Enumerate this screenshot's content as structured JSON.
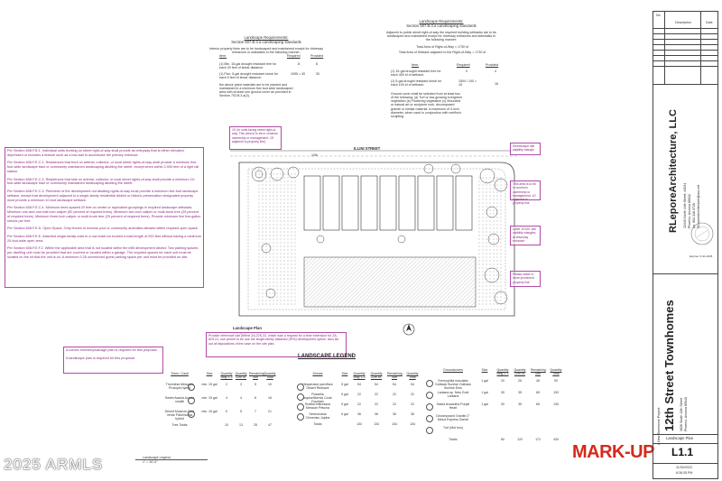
{
  "title_block": {
    "rev_header": {
      "no": "No",
      "description": "Description",
      "date": "Date"
    },
    "firm": "RLeporeArchitecture, LLC",
    "address": [
      "13440 North 44th Street, #2031",
      "Phoenix, Arizona 85032",
      "ph: 602.318.0726",
      "RLeporeArchitecture@cox.net"
    ],
    "expires": "Expires: 6-31-2025",
    "project_prefix": "A New Townhome Project:",
    "project": "12th Street Townhomes",
    "project_address": [
      "3636 South 12th Street",
      "Phoenix, Arizona 85040"
    ],
    "sheet_label": "Landscape Plan",
    "sheet_no": "L1.1",
    "date": "11/30/2023",
    "time": "8:36:35 PM"
  },
  "req_left": {
    "heading": "Landscape Requirements:",
    "subheading": "Section 507.B.3.a Landscaping standards",
    "intro": "Interior property lines are to be landscaped and maintained except for driveway entrances or sidewalks in the following manner:",
    "cols": {
      "item": "Item:",
      "required": "Required",
      "provided": "Provided"
    },
    "rows": [
      {
        "item": "(1) Min. 15-gal drought resistant tree for each 20 feet of linear distance:",
        "required": "8",
        "provided": "8"
      },
      {
        "item": "(1) Five, 5-gal drought resistant shrub for each 5 feet of linear distance:",
        "required": "1095 = 30",
        "provided": "30"
      }
    ],
    "note": "the above plant materials are to be planted and maintained in a minimum five-foot wide landscaped area with at least one ground cover as provided in Section 703.B.3.a(3)."
  },
  "req_right": {
    "heading": "Landscape Requirements:",
    "subheading": "Section 507.B.3.a Landscaping standards",
    "intro": "Adjacent to public street right-of-way the required building setbacks are to be landscaped and maintained except for driveway entrances and sidewalks in the following manner:",
    "totals": [
      "Total Area of Right-of-Way = 1730 sf",
      "Total Area of Setback adjacent to the Right-of-Way = 1730 sf"
    ],
    "cols": {
      "item": "Item:",
      "required": "Required",
      "provided": "Provided"
    },
    "rows": [
      {
        "item": "(1) 15-gal drought resistant tree for each 400 sf of setback:",
        "required": "0",
        "provided": "4"
      },
      {
        "item": "(1) 5-gal drought resistant shrub for each 100 sf of setback:",
        "required": "1504 / 100 = 15",
        "provided": "16"
      }
    ],
    "note": "Ground cover shall be selected from at least two of the following: (a) Turf or low-growing evergreen vegetation (b) Flowering vegetation (c) Mounded or natural art or sculpture rock, decomposed granite or similar material. A maximum of 3-inch diameter, when used in conjunction with xeriflor/n sculpting."
  },
  "left_notes": [
    "Per Section 608.F.B.1. Individual units fronting on street right-of-way shall provide an entryway that is either elevated, depressed or includes a feature such as a low wall to accentuate the primary entrance.",
    "Per Section 608.F.E.C.1. Residences that front on arterial, collector, or local street rights-of-way shall provide a minimum five-foot-wide landscape tract or community maintained landscaping abutting the street, except when within 2,000 feet of a light rail station.",
    "Per Section 608.F.E.C.3. Residences that side on arterial, collector, or local street rights-of-way shall provide a minimum 10-foot-wide landscape tract or community maintained landscaping abutting the street.",
    "Per Section 608.F.E.C.3. Perimeter of the development not abutting rights-of-way must provide a minimum five-foot landscape setback, except that development adjacent to a single-family residential district or historic preservation designated property must provide a minimum 10-foot landscape setback.",
    "Per Section 608.F.E.C.4. Minimum trees spaced 20 feet on center or equivalent groupings in required landscape setbacks. Minimum one-and-one-half-inch caliper (50 percent of required trees). Minimum two-inch caliper or multi-trunk tree (25 percent of required trees). Minimum three-inch caliper or multi-trunk tree (25 percent of required trees). Provide minimum five five-gallon shrubs per tree.",
    "Per Section 608.F.E.D. Open Space. Only fences to enclose pool or community amenities allowed within required open space.",
    "Per Section 608.F.E.E. Attached single-family units in a row shall not exceed a total length of 200 feet without having a minimum 20-foot-wide open area.",
    "Per Section 608.F.E.F.2. Within the applicable area that is not located within the infill development district: Two parking spaces per dwelling unit must be provided that are covered or located within a garage. The required spaces for each unit must be located on the lot that the unit is on. A minimum 0.25 unreserved guest parking space per unit must be provided on site."
  ],
  "left_bottom_notes": [
    "A combo inventory/salvage plan is required for this proposal.",
    "A landscape plan is required for this proposal."
  ],
  "plan": {
    "street": "ILLINI STREET",
    "street_num": "12th",
    "label": "Landscape Plan",
    "scale": "1\" = 30'-0\"",
    "notes": [
      "15' (in units facing street right-of-way. This area is to be in common ownership or management. 15' adjacent to property line)",
      "Streetscape site visibility triangle",
      "This area is to be in common ownership or management. 10' adjacent to property line",
      "Label 10'x20' site visibility triangles at driveway entrance",
      "Please utilize a more prominent property line"
    ],
    "bottom_note": "Provide reference use permit ZA-376-22, which was a request for a time extension for ZA-829-21, use permit to be use the single-family attached (SFA) development option. Also list out all stipulations of the case on the site plan."
  },
  "legend": {
    "title": "LANDSCAPE LEGEND",
    "trees": {
      "header": [
        "Trees / Cacti",
        "Size",
        "Quantity Bldg 1-3",
        "Quantity 12th St.",
        "Remaining Site",
        "Quantity Total"
      ],
      "rows": [
        [
          "Thornless Mesquite Prosopis hybrid",
          "min. 15 gal",
          "2",
          "3",
          "5",
          "10"
        ],
        [
          "Sweet Acacia Acacia smallii",
          "min. 15 gal",
          "4",
          "4",
          "8",
          "16"
        ],
        [
          "Desert Museum Palo Verde Parkinsonia hybrid",
          "min. 15 gal",
          "0",
          "5",
          "7",
          "21"
        ],
        [
          "Tree Totals",
          "",
          "10",
          "13",
          "25",
          "47"
        ]
      ]
    },
    "shrubs": {
      "header": [
        "Shrubs",
        "Size",
        "Quantity Bldg 1-3",
        "Quantity 12th St.",
        "Remaining Site",
        "Quantity Total"
      ],
      "rows": [
        [
          "Hesperaloe parviflora Desert Redsave",
          "5 gal",
          "54",
          "54",
          "54",
          "54"
        ],
        [
          "Russelia equisetiformis Coral Fountain",
          "5 gal",
          "22",
          "22",
          "22",
          "22"
        ],
        [
          "Ruellia brittoniana Mexican Petunia",
          "5 gal",
          "22",
          "22",
          "22",
          "22"
        ],
        [
          "Simmondsia Chinensis Jojoba",
          "5 gal",
          "36",
          "36",
          "36",
          "36"
        ],
        [
          "Totals",
          "",
          "134",
          "134",
          "134",
          "134"
        ]
      ]
    },
    "ground": {
      "header": [
        "Groundcovers",
        "Size",
        "Quantity Bldg 1-3",
        "Quantity 12th St.",
        "Remaining Site",
        "Quantity Total"
      ],
      "rows": [
        [
          "Eremophila maculata Outback Sunrise Outback Sunrise Emu",
          "1 gal",
          "20",
          "25",
          "45",
          "90"
        ],
        [
          "Lantana sp. New Gold Lantana",
          "1 gal",
          "30",
          "35",
          "65",
          "130"
        ],
        [
          "Salvia leucantha Purple Heart",
          "1 gal",
          "30",
          "35",
          "65",
          "130"
        ],
        [
          "Decomposed Granite 2\" Minus Express Gamel",
          "",
          "",
          "",
          "",
          ""
        ],
        [
          "Turf (Mid Iron)",
          "",
          "",
          "",
          "",
          ""
        ],
        [
          "Totals",
          "",
          "80",
          "120",
          "172",
          "430"
        ]
      ]
    }
  },
  "legend_scale_label": "Landscape Legend",
  "legend_scale": "1\" = 30'-0\"",
  "markup": "MARK-UP",
  "watermark": "2025 ARMLS"
}
